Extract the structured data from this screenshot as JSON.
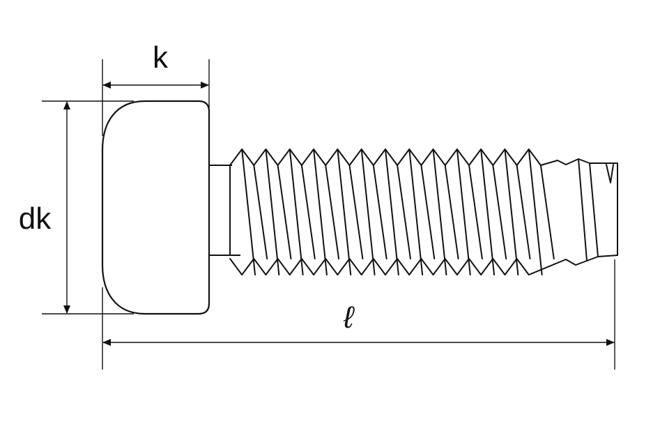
{
  "labels": {
    "head_height": "k",
    "head_diameter": "dk",
    "length": "ℓ"
  },
  "colors": {
    "stroke": "#111111",
    "background": "#ffffff"
  }
}
